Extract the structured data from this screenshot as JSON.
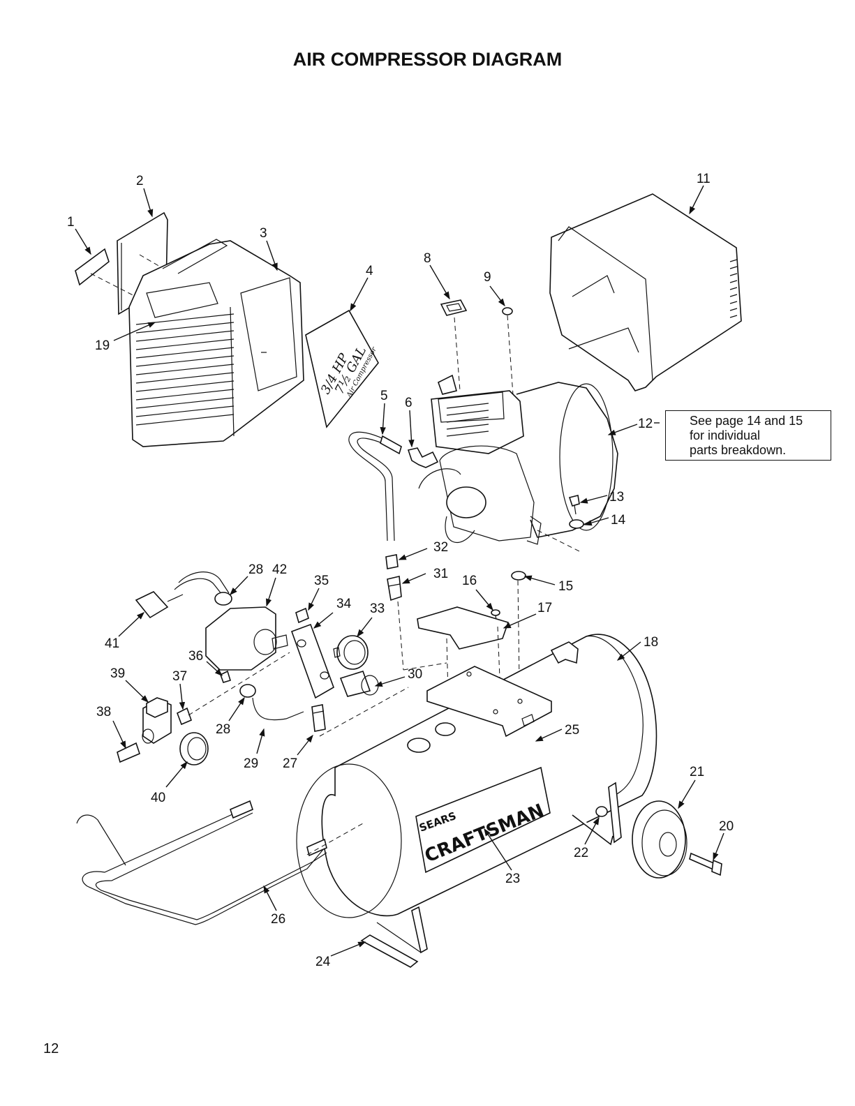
{
  "title": "AIR COMPRESSOR DIAGRAM",
  "page_number": "12",
  "note": {
    "line1": "See page 14 and 15",
    "line2": "for individual",
    "line3": "parts breakdown."
  },
  "decal": {
    "hp": "3/4 HP",
    "gal": "7½ GAL",
    "type": "Air Compressor"
  },
  "brand": {
    "sears": "SEARS",
    "craftsman": "CRAFTSMAN"
  },
  "callouts": [
    "1",
    "2",
    "3",
    "4",
    "5",
    "6",
    "8",
    "9",
    "11",
    "12",
    "13",
    "14",
    "15",
    "16",
    "17",
    "18",
    "19",
    "20",
    "21",
    "22",
    "23",
    "24",
    "25",
    "26",
    "27",
    "28",
    "28",
    "29",
    "30",
    "31",
    "32",
    "33",
    "34",
    "35",
    "36",
    "37",
    "38",
    "39",
    "40",
    "41",
    "42"
  ]
}
